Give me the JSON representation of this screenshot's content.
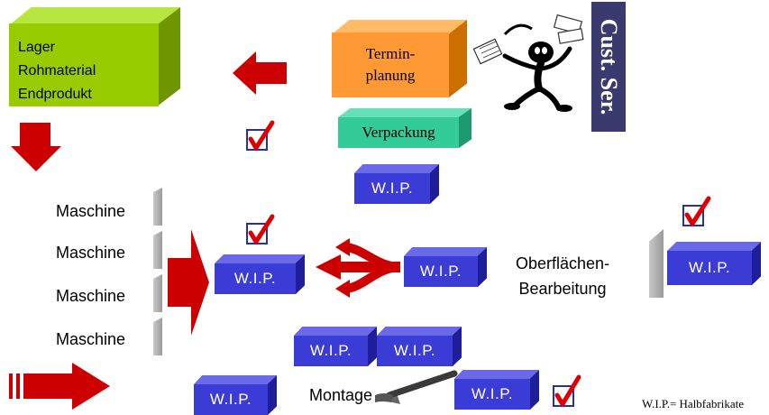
{
  "storage_box": {
    "lines": [
      "Lager",
      "Rohmaterial",
      "Endprodukt"
    ],
    "color_face": "#99cc00",
    "color_top": "#b8e640",
    "color_side": "#6f9600"
  },
  "scheduling_box": {
    "lines": [
      "Termin-",
      "planung"
    ],
    "color_face": "#ff9933"
  },
  "packaging_box": {
    "label": "Verpackung",
    "color_face": "#33cc99"
  },
  "customer_service": {
    "label": "Cust. Ser.",
    "color": "#3a3a6e"
  },
  "machines": [
    "Maschine",
    "Maschine",
    "Maschine",
    "Maschine"
  ],
  "surface_treatment": {
    "lines": [
      "Oberflächen-",
      "Bearbeitung"
    ]
  },
  "assembly": {
    "label": "Montage"
  },
  "wip_label": "W.I.P.",
  "legend": "W.I.P.= Halbfabrikate",
  "colors": {
    "arrow_red": "#cc0000",
    "wip_blue": "#3b3bd6",
    "check_red": "#dd0000",
    "check_box": "#2233aa"
  }
}
